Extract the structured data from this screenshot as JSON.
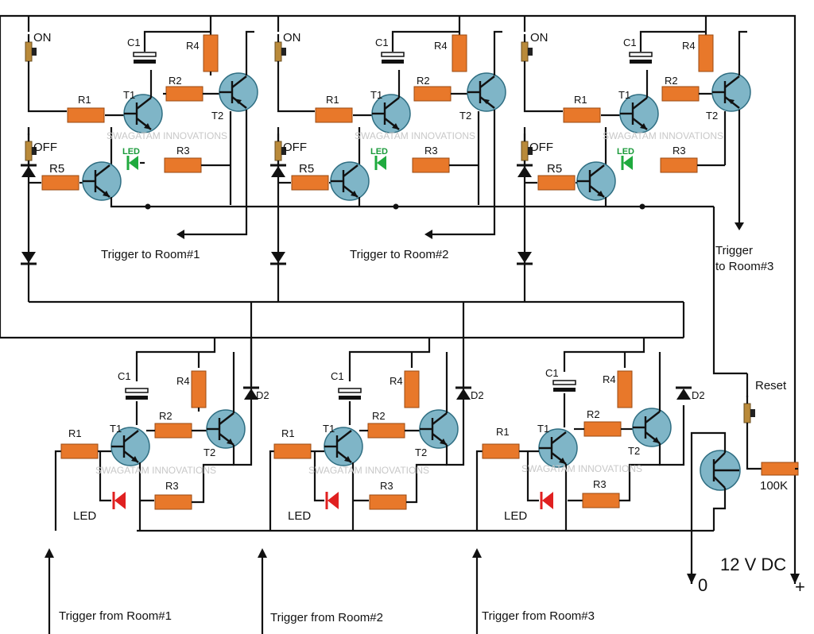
{
  "labels": {
    "on": "ON",
    "off": "OFF",
    "c1": "C1",
    "r1": "R1",
    "r2": "R2",
    "r3": "R3",
    "r4": "R4",
    "r5": "R5",
    "t1": "T1",
    "t2": "T2",
    "led": "LED",
    "d2": "D2",
    "watermark": "SWAGATAM INNOVATIONS",
    "reset": "Reset",
    "r100k": "100K",
    "supply": "12 V DC",
    "zero": "0",
    "plus": "+"
  },
  "triggers_to": [
    "Trigger to Room#1",
    "Trigger to Room#2",
    "Trigger",
    "to Room#3"
  ],
  "triggers_from": [
    "Trigger from Room#1",
    "Trigger from Room#2",
    "Trigger from Room#3"
  ],
  "colors": {
    "resistor": "#e8782a",
    "transistor": "#7fb5c7",
    "led_green": "#1faa3e",
    "led_red": "#e02020",
    "switch": "#b98a3a",
    "wire": "#111111"
  }
}
